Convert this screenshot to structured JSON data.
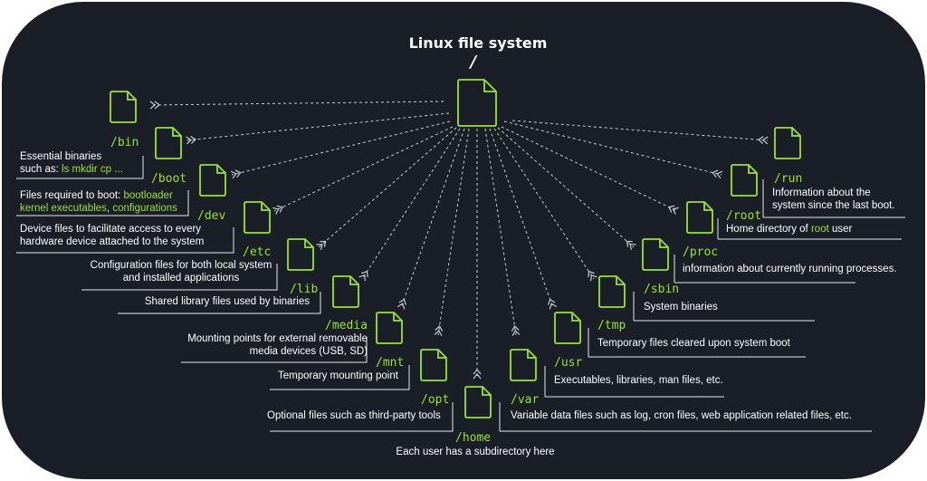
{
  "title": "Linux file system",
  "root": "/",
  "colors": {
    "background": "#1a1e26",
    "accent": "#9be22f",
    "text": "#ffffff",
    "connector": "#c8ccd2"
  },
  "dirs": {
    "bin": {
      "name": "/bin",
      "desc_prefix": "Essential binaries",
      "desc_line2": "such as:",
      "hl": [
        "ls",
        "mkdir",
        "cp ..."
      ]
    },
    "boot": {
      "name": "/boot",
      "desc_prefix": "Files required to boot:",
      "hl1": "bootloader",
      "hl2": "kernel executables",
      "sep": ",",
      "hl3": "configurations"
    },
    "dev": {
      "name": "/dev",
      "desc1": "Device files to facilitate access to every",
      "desc2": "hardware device attached to the system"
    },
    "etc": {
      "name": "/etc",
      "desc1": "Configuration files for both local system",
      "desc2": "and installed applications"
    },
    "lib": {
      "name": "/lib",
      "desc1": "Shared library files used by binaries"
    },
    "media": {
      "name": "/media",
      "desc1": "Mounting points for external removable",
      "desc2": "media devices (USB, SD)"
    },
    "mnt": {
      "name": "/mnt",
      "desc1": "Temporary mounting point"
    },
    "opt": {
      "name": "/opt",
      "desc1": "Optional files such as third-party tools"
    },
    "home": {
      "name": "/home",
      "desc1": "Each user has a subdirectory here"
    },
    "var": {
      "name": "/var",
      "desc1": "Variable data files such as log, cron files, web application related files, etc."
    },
    "usr": {
      "name": "/usr",
      "desc1": "Executables, libraries, man files, etc."
    },
    "tmp": {
      "name": "/tmp",
      "desc1": "Temporary files cleared upon system boot"
    },
    "sbin": {
      "name": "/sbin",
      "desc1": "System binaries"
    },
    "proc": {
      "name": "/proc",
      "desc1": "information about currently running processes."
    },
    "rootdir": {
      "name": "/root",
      "desc_prefix": "Home directory of",
      "hl": "root",
      "desc_suffix": "user"
    },
    "run": {
      "name": "/run",
      "desc1": "Information about the",
      "desc2": "system since the last boot."
    }
  }
}
